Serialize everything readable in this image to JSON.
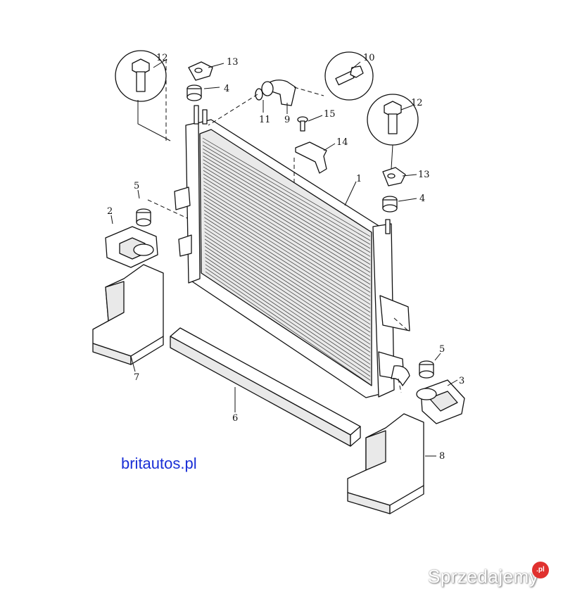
{
  "diagram": {
    "callouts": {
      "c1": "1",
      "c2": "2",
      "c3": "3",
      "c4a": "4",
      "c4b": "4",
      "c5a": "5",
      "c5b": "5",
      "c6": "6",
      "c7": "7",
      "c8": "8",
      "c9": "9",
      "c10": "10",
      "c11": "11",
      "c12a": "12",
      "c12b": "12",
      "c13a": "13",
      "c13b": "13",
      "c14": "14",
      "c15": "15"
    }
  },
  "brand_caption": "britautos.pl",
  "watermark": {
    "text": "Sprzedajemy",
    "badge": ".pl"
  },
  "colors": {
    "brand_blue": "#1a2fd6",
    "watermark_red": "#e0312f"
  }
}
